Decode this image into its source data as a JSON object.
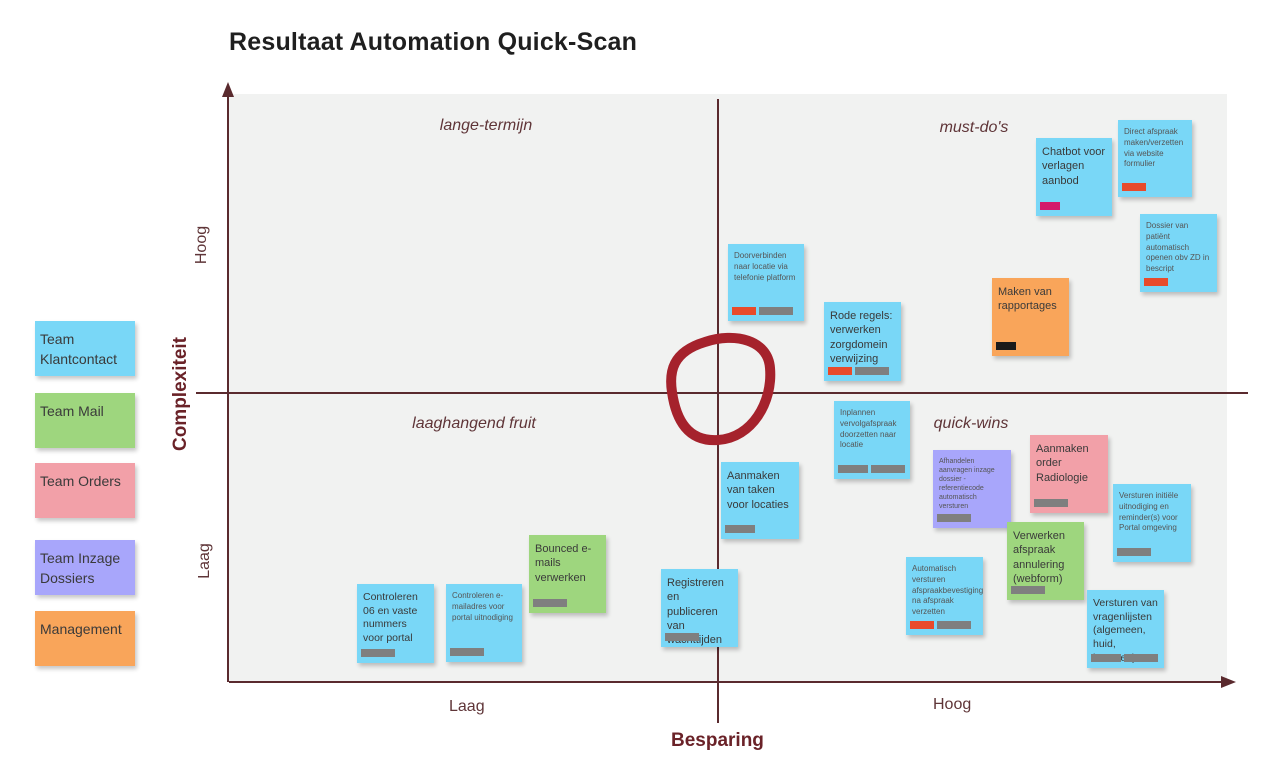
{
  "title": "Resultaat Automation Quick-Scan",
  "axes": {
    "x_title": "Besparing",
    "x_low": "Laag",
    "x_high": "Hoog",
    "y_title": "Complexiteit",
    "y_low": "Laag",
    "y_high": "Hoog"
  },
  "quadrants": {
    "top_left": "lange-termijn",
    "top_right": "must-do's",
    "bottom_left": "laaghangend fruit",
    "bottom_right": "quick-wins"
  },
  "colors": {
    "team_klantcontact": "#79d7f7",
    "team_mail": "#9ed67e",
    "team_orders": "#f2a0a8",
    "team_inzage_dossiers": "#a8a6fb",
    "management": "#f9a55a",
    "tag_red": "#e84b2b",
    "tag_gray": "#7f7f7f",
    "tag_pink": "#d41a6b",
    "tag_black": "#1a1a1a",
    "axis": "#5a2a2e"
  },
  "legend": [
    {
      "label": "Team Klantcontact",
      "color": "#79d7f7"
    },
    {
      "label": "Team Mail",
      "color": "#9ed67e"
    },
    {
      "label": "Team Orders",
      "color": "#f2a0a8"
    },
    {
      "label": "Team Inzage Dossiers",
      "color": "#a8a6fb"
    },
    {
      "label": "Management",
      "color": "#f9a55a"
    }
  ],
  "notes": [
    {
      "text": "Chatbot voor verlagen aanbod",
      "color": "#79d7f7",
      "tags": [
        "#d41a6b"
      ]
    },
    {
      "text": "Direct afspraak maken/verzetten via website formulier",
      "color": "#79d7f7",
      "tags": [
        "#e84b2b"
      ]
    },
    {
      "text": "Dossier van patiënt automatisch openen obv ZD in bescript",
      "color": "#79d7f7",
      "tags": [
        "#e84b2b"
      ]
    },
    {
      "text": "Doorverbinden naar locatie via telefonie platform",
      "color": "#79d7f7",
      "tags": [
        "#e84b2b",
        "#7f7f7f"
      ]
    },
    {
      "text": "Rode regels: verwerken zorgdomein verwijzing",
      "color": "#79d7f7",
      "tags": [
        "#e84b2b",
        "#7f7f7f"
      ]
    },
    {
      "text": "Maken van rapportages",
      "color": "#f9a55a",
      "tags": [
        "#1a1a1a"
      ]
    },
    {
      "text": "Inplannen vervolgafspraak doorzetten naar locatie",
      "color": "#79d7f7",
      "tags": [
        "#7f7f7f",
        "#7f7f7f"
      ]
    },
    {
      "text": "Afhandelen aanvragen inzage dossier - referentiecode automatisch versturen",
      "color": "#a8a6fb",
      "tags": [
        "#7f7f7f"
      ]
    },
    {
      "text": "Aanmaken order Radiologie",
      "color": "#f2a0a8",
      "tags": [
        "#7f7f7f"
      ]
    },
    {
      "text": "Versturen initiële uitnodiging en reminder(s) voor Portal omgeving",
      "color": "#79d7f7",
      "tags": [
        "#7f7f7f"
      ]
    },
    {
      "text": "Aanmaken van taken voor locaties",
      "color": "#79d7f7",
      "tags": [
        "#7f7f7f"
      ]
    },
    {
      "text": "Verwerken afspraak annulering (webform)",
      "color": "#9ed67e",
      "tags": [
        "#7f7f7f"
      ]
    },
    {
      "text": "Automatisch versturen afspraakbevestiging na afspraak verzetten",
      "color": "#79d7f7",
      "tags": [
        "#e84b2b",
        "#7f7f7f"
      ]
    },
    {
      "text": "Versturen van vragenlijsten (algemeen, huid, insecten)",
      "color": "#79d7f7",
      "tags": [
        "#7f7f7f",
        "#7f7f7f"
      ]
    },
    {
      "text": "Registreren en publiceren van wachttijden",
      "color": "#79d7f7",
      "tags": [
        "#7f7f7f"
      ]
    },
    {
      "text": "Bounced e-mails verwerken",
      "color": "#9ed67e",
      "tags": [
        "#7f7f7f"
      ]
    },
    {
      "text": "Controleren e-mailadres voor portal uitnodiging",
      "color": "#79d7f7",
      "tags": [
        "#7f7f7f"
      ]
    },
    {
      "text": "Controleren 06 en vaste nummers voor portal",
      "color": "#79d7f7",
      "tags": [
        "#7f7f7f"
      ]
    }
  ]
}
